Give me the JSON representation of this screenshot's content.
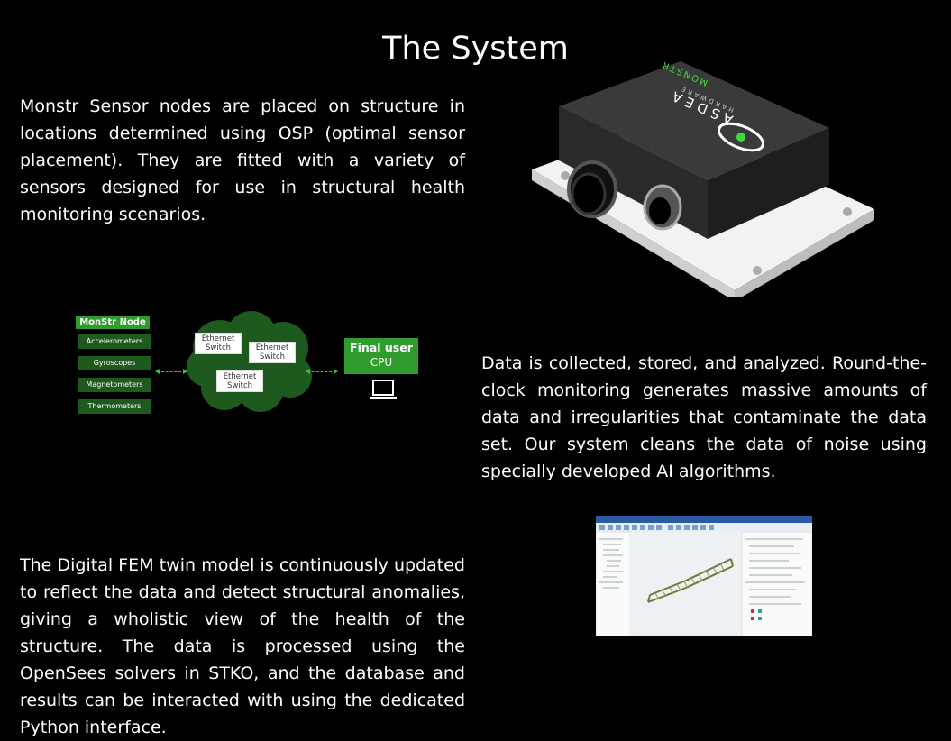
{
  "page": {
    "title": "The System",
    "paragraph_1": "Monstr Sensor nodes are placed on structure in locations determined using OSP (optimal sensor placement). They are fitted with a variety of sensors designed for use in structural health monitoring scenarios.",
    "paragraph_2": "Data is collected, stored, and analyzed. Round-the-clock monitoring generates massive amounts of data and irregularities that contaminate the data set. Our system cleans the data of noise using specially developed AI algorithms.",
    "paragraph_3": "The Digital FEM twin model is continuously updated to reflect the data and detect structural anomalies, giving a wholistic view of the health of the structure. The data is processed using the OpenSees solvers in STKO, and the database and results can be interacted with using the dedicated Python interface."
  },
  "device": {
    "brand": "ASDEA",
    "subbrand": "HARDWARE",
    "model": "MONSTR"
  },
  "diagram": {
    "node_title": "MonStr Node",
    "sensors": [
      "Accelerometers",
      "Gyroscopes",
      "Magnetometers",
      "Thermometers"
    ],
    "switch_1": "Ethernet\nSwitch",
    "switch_2": "Ethernet\nSwitch",
    "switch_3": "Ethernet\nSwitch",
    "final_title": "Final user",
    "final_sub": "CPU"
  },
  "colors": {
    "background": "#000000",
    "text": "#ffffff",
    "accent_green": "#2e9d2e",
    "dark_green": "#1e5a1e"
  }
}
